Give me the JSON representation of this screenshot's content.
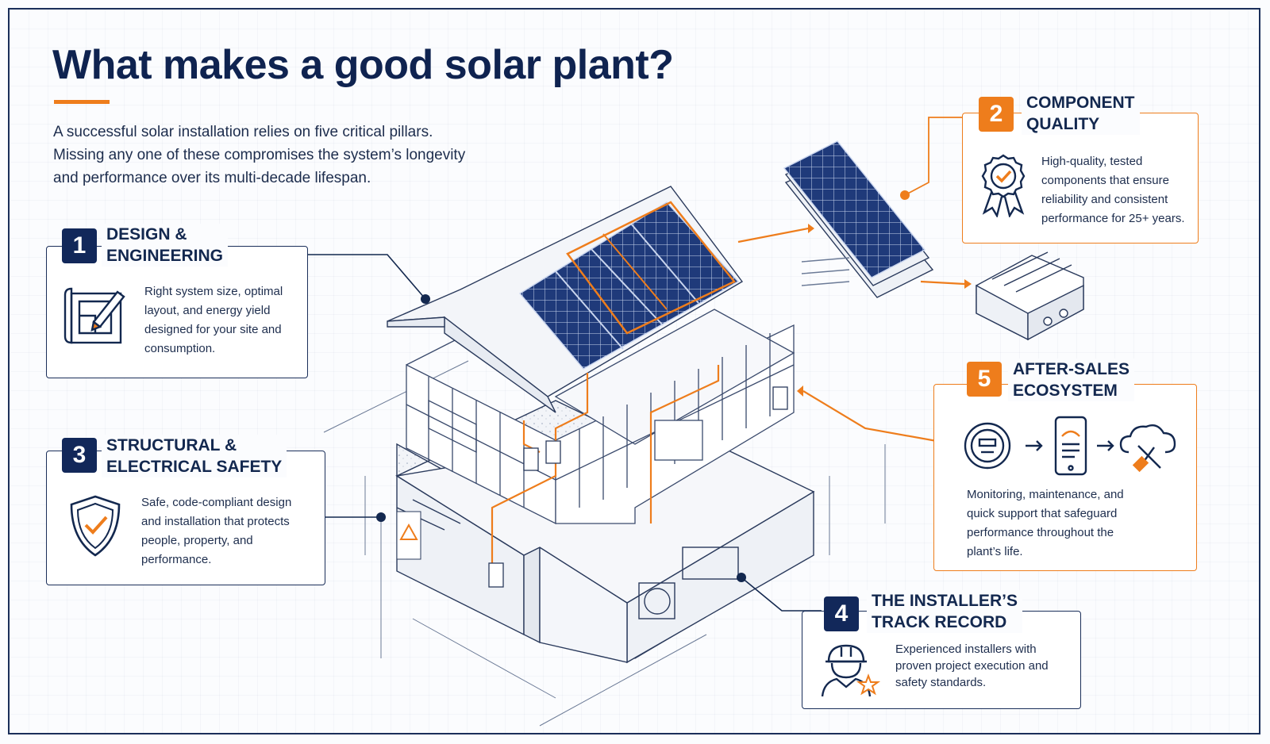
{
  "title": "What makes a good solar plant?",
  "intro": "A successful solar installation relies on five critical pillars. Missing any one of these compromises the system’s longevity and performance over its multi-decade lifespan.",
  "colors": {
    "navy": "#12285a",
    "orange": "#ee7d1c",
    "panel": "#1f3a7a"
  },
  "pillars": [
    {
      "number": "1",
      "title_lines": [
        "DESIGN &",
        "ENGINEERING"
      ],
      "description": "Right system size, optimal layout, and energy yield designed for your site and consumption.",
      "icon": "blueprint-pencil-icon"
    },
    {
      "number": "2",
      "title_lines": [
        "COMPONENT",
        "QUALITY"
      ],
      "description": "High-quality, tested components that ensure reliability and consistent performance for 25+ years.",
      "icon": "award-ribbon-icon"
    },
    {
      "number": "3",
      "title_lines": [
        "STRUCTURAL &",
        "ELECTRICAL SAFETY"
      ],
      "description": "Safe, code-compliant design and installation that protects people, property, and performance.",
      "icon": "shield-check-icon"
    },
    {
      "number": "4",
      "title_lines": [
        "THE INSTALLER’S",
        "TRACK RECORD"
      ],
      "description": "Experienced installers with proven project execution and safety standards.",
      "icon": "installer-hardhat-icon"
    },
    {
      "number": "5",
      "title_lines": [
        "AFTER-SALES",
        "ECOSYSTEM"
      ],
      "description": "Monitoring, maintenance, and quick support that safeguard performance throughout the plant’s life.",
      "icon": "meter-phone-cloud-icon"
    }
  ]
}
